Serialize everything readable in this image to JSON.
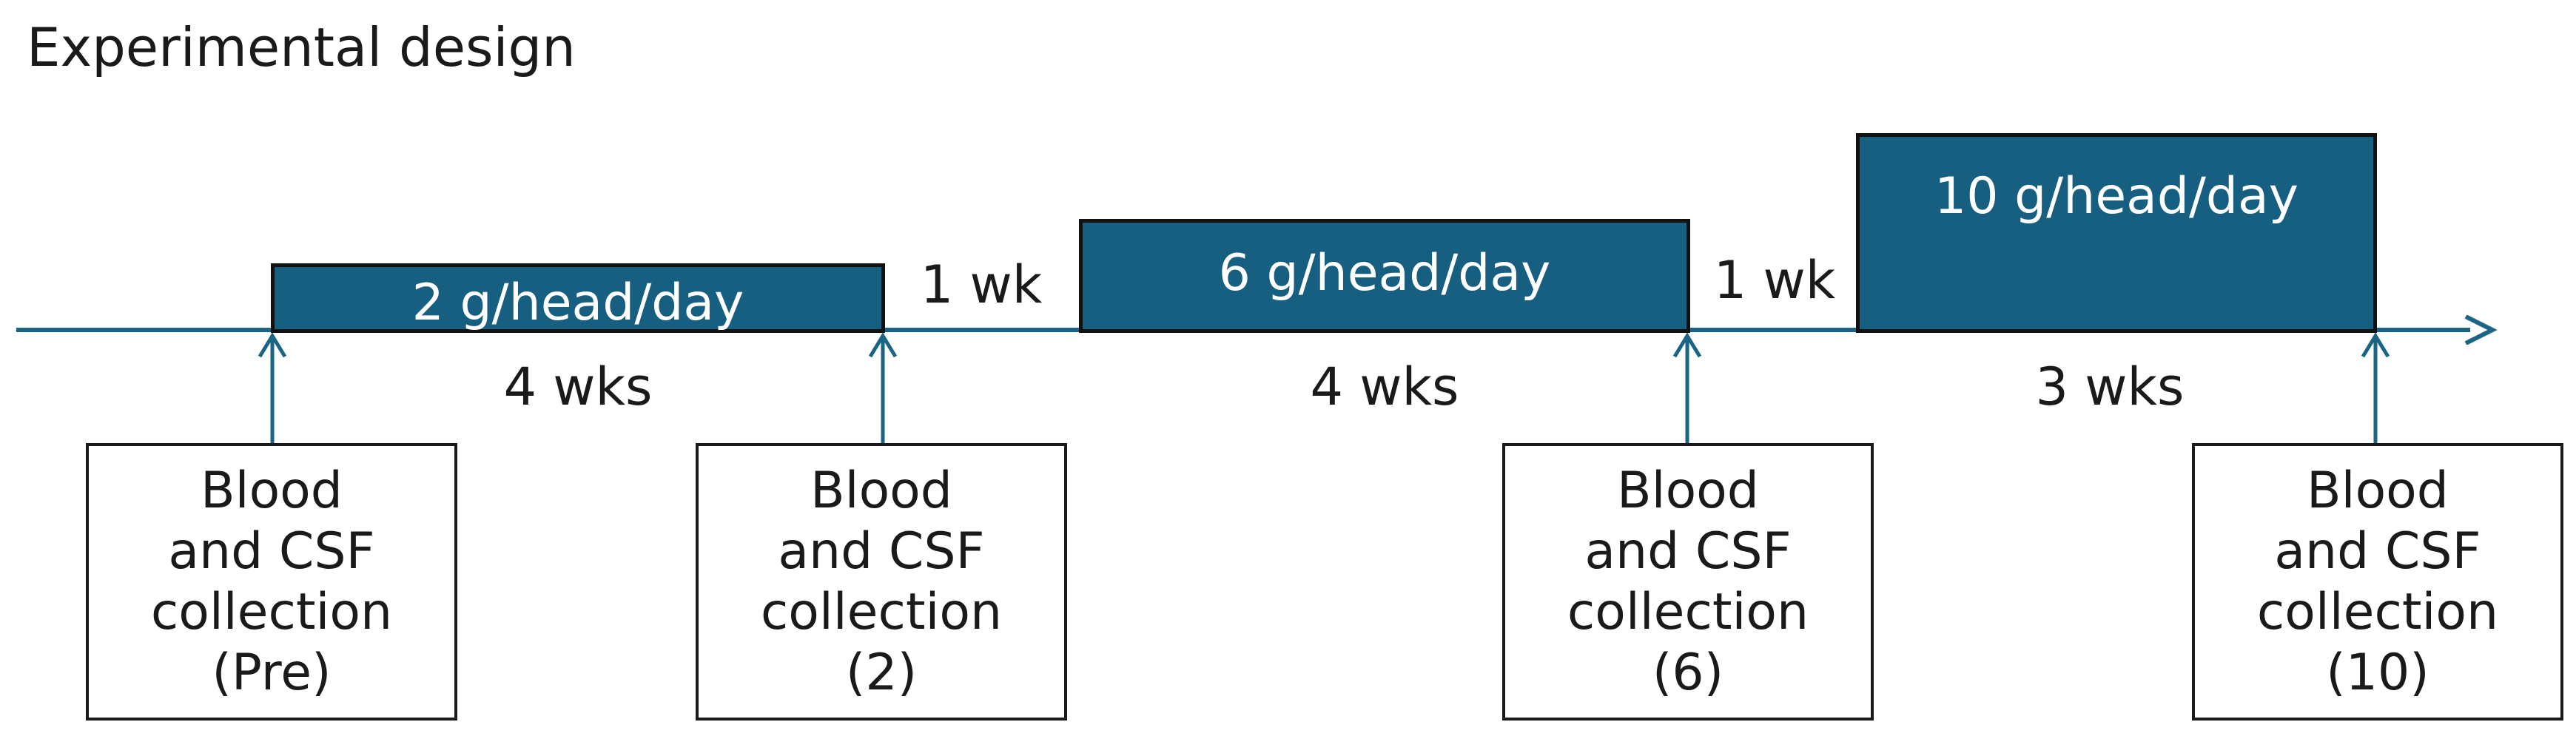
{
  "title": "Experimental design",
  "doses": [
    {
      "label": "2 g/head/day"
    },
    {
      "label": "6 g/head/day"
    },
    {
      "label": "10 g/head/day"
    }
  ],
  "washouts": [
    "1 wk",
    "1 wk"
  ],
  "durations": [
    "4 wks",
    "4 wks",
    "3 wks"
  ],
  "collections": [
    {
      "line1": "Blood",
      "line2": "and CSF",
      "line3": "collection",
      "line4": "(Pre)"
    },
    {
      "line1": "Blood",
      "line2": "and CSF",
      "line3": "collection",
      "line4": "(2)"
    },
    {
      "line1": "Blood",
      "line2": "and CSF",
      "line3": "collection",
      "line4": "(6)"
    },
    {
      "line1": "Blood",
      "line2": "and CSF",
      "line3": "collection",
      "line4": "(10)"
    }
  ],
  "colors": {
    "dose_fill": "#175f80",
    "axis": "#1a6583",
    "text": "#1a1a1a"
  }
}
